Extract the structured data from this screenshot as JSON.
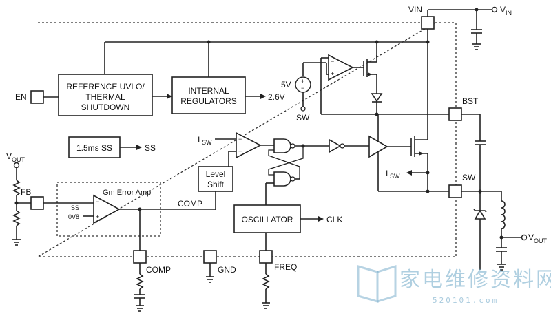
{
  "pins": {
    "vin_pin": "VIN",
    "en": "EN",
    "fb": "FB",
    "bst": "BST",
    "sw": "SW",
    "comp": "COMP",
    "gnd": "GND",
    "freq": "FREQ"
  },
  "external": {
    "vin_label": "V",
    "vin_sub": "IN",
    "vout_label": "V",
    "vout_sub": "OUT"
  },
  "blocks": {
    "uvlo_line1": "REFERENCE UVLO/",
    "uvlo_line2": "THERMAL",
    "uvlo_line3": "SHUTDOWN",
    "reg_line1": "INTERNAL",
    "reg_line2": "REGULATORS",
    "reg_out": "2.6V",
    "ss_box": "1.5ms SS",
    "ss_out": "SS",
    "level1": "Level",
    "level2": "Shift",
    "osc": "OSCILLATOR",
    "clk": "CLK",
    "gm_title": "Gm Error Amp",
    "gm_ss": "SS",
    "gm_0v8": "0V8",
    "comp_net": "COMP",
    "supply_5v": "5V",
    "sw_ref": "SW",
    "isw_label": "I",
    "isw_sub": "SW"
  },
  "watermark": {
    "cn": "家电维修资料网",
    "url": "520101.com"
  }
}
